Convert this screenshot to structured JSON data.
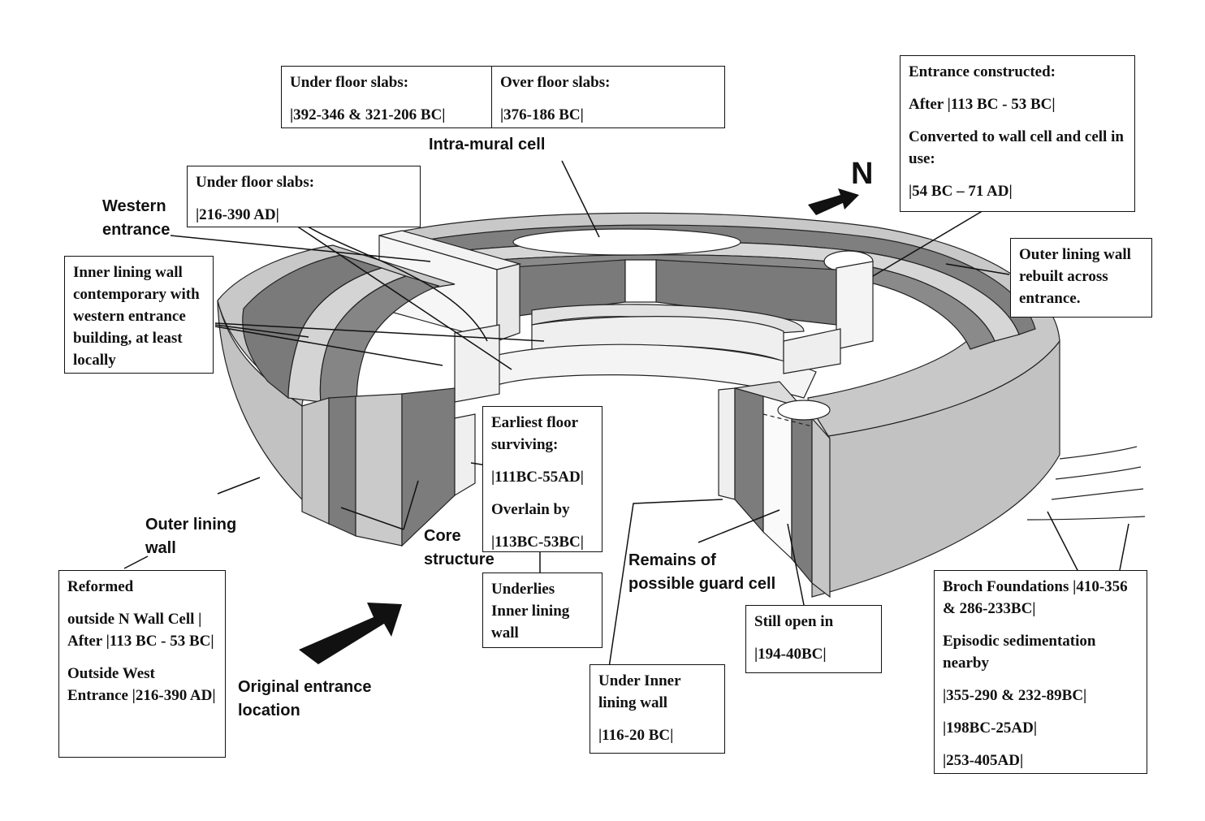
{
  "north_label": "N",
  "boxes": {
    "intramural_floor": {
      "under_title": "Under floor slabs:",
      "under_date": "|392-346 & 321-206 BC|",
      "over_title": "Over floor slabs:",
      "over_date": "|376-186 BC|"
    },
    "western_floor": {
      "title": "Under floor slabs:",
      "date": "|216-390 AD|"
    },
    "entrance_constructed": {
      "line1": "Entrance constructed:",
      "line2": "After |113 BC - 53 BC|",
      "line3": "Converted to wall cell and cell in use:",
      "line4": "|54 BC – 71 AD|"
    },
    "outer_rebuilt": {
      "text": "Outer lining wall rebuilt across entrance."
    },
    "inner_lining": {
      "text": "Inner lining wall contemporary with western entrance building, at least locally"
    },
    "earliest_floor": {
      "line1": "Earliest floor surviving:",
      "line2": "|111BC-55AD|",
      "line3": "Overlain by",
      "line4": "|113BC-53BC|"
    },
    "underlies": {
      "text": "Underlies Inner lining wall"
    },
    "reformed": {
      "line1": "Reformed",
      "line2": "outside N Wall Cell | After |113 BC - 53 BC|",
      "line3": "Outside West Entrance |216-390 AD|"
    },
    "under_inner": {
      "line1": "Under Inner lining wall",
      "line2": "|116-20 BC|"
    },
    "still_open": {
      "line1": "Still open in",
      "line2": "|194-40BC|"
    },
    "broch_foundations": {
      "line1": "Broch Foundations |410-356 & 286-233BC|",
      "line2": "Episodic sedimentation nearby",
      "line3": "|355-290 & 232-89BC|",
      "line4": "|198BC-25AD|",
      "line5": "|253-405AD|"
    }
  },
  "labels": {
    "intramural_cell": "Intra-mural cell",
    "western_entrance_1": "Western",
    "western_entrance_2": "entrance",
    "outer_lining_1": "Outer lining",
    "outer_lining_2": "wall",
    "core_1": "Core",
    "core_2": "structure",
    "guard_1": "Remains of",
    "guard_2": "possible guard cell",
    "original_1": "Original entrance",
    "original_2": "location"
  },
  "colors": {
    "light_wall": "#c4c4c4",
    "dark_wall": "#7c7c7c",
    "mid_wall": "#a8a8a8",
    "top_face": "#e6e6e6",
    "ink": "#111111"
  }
}
